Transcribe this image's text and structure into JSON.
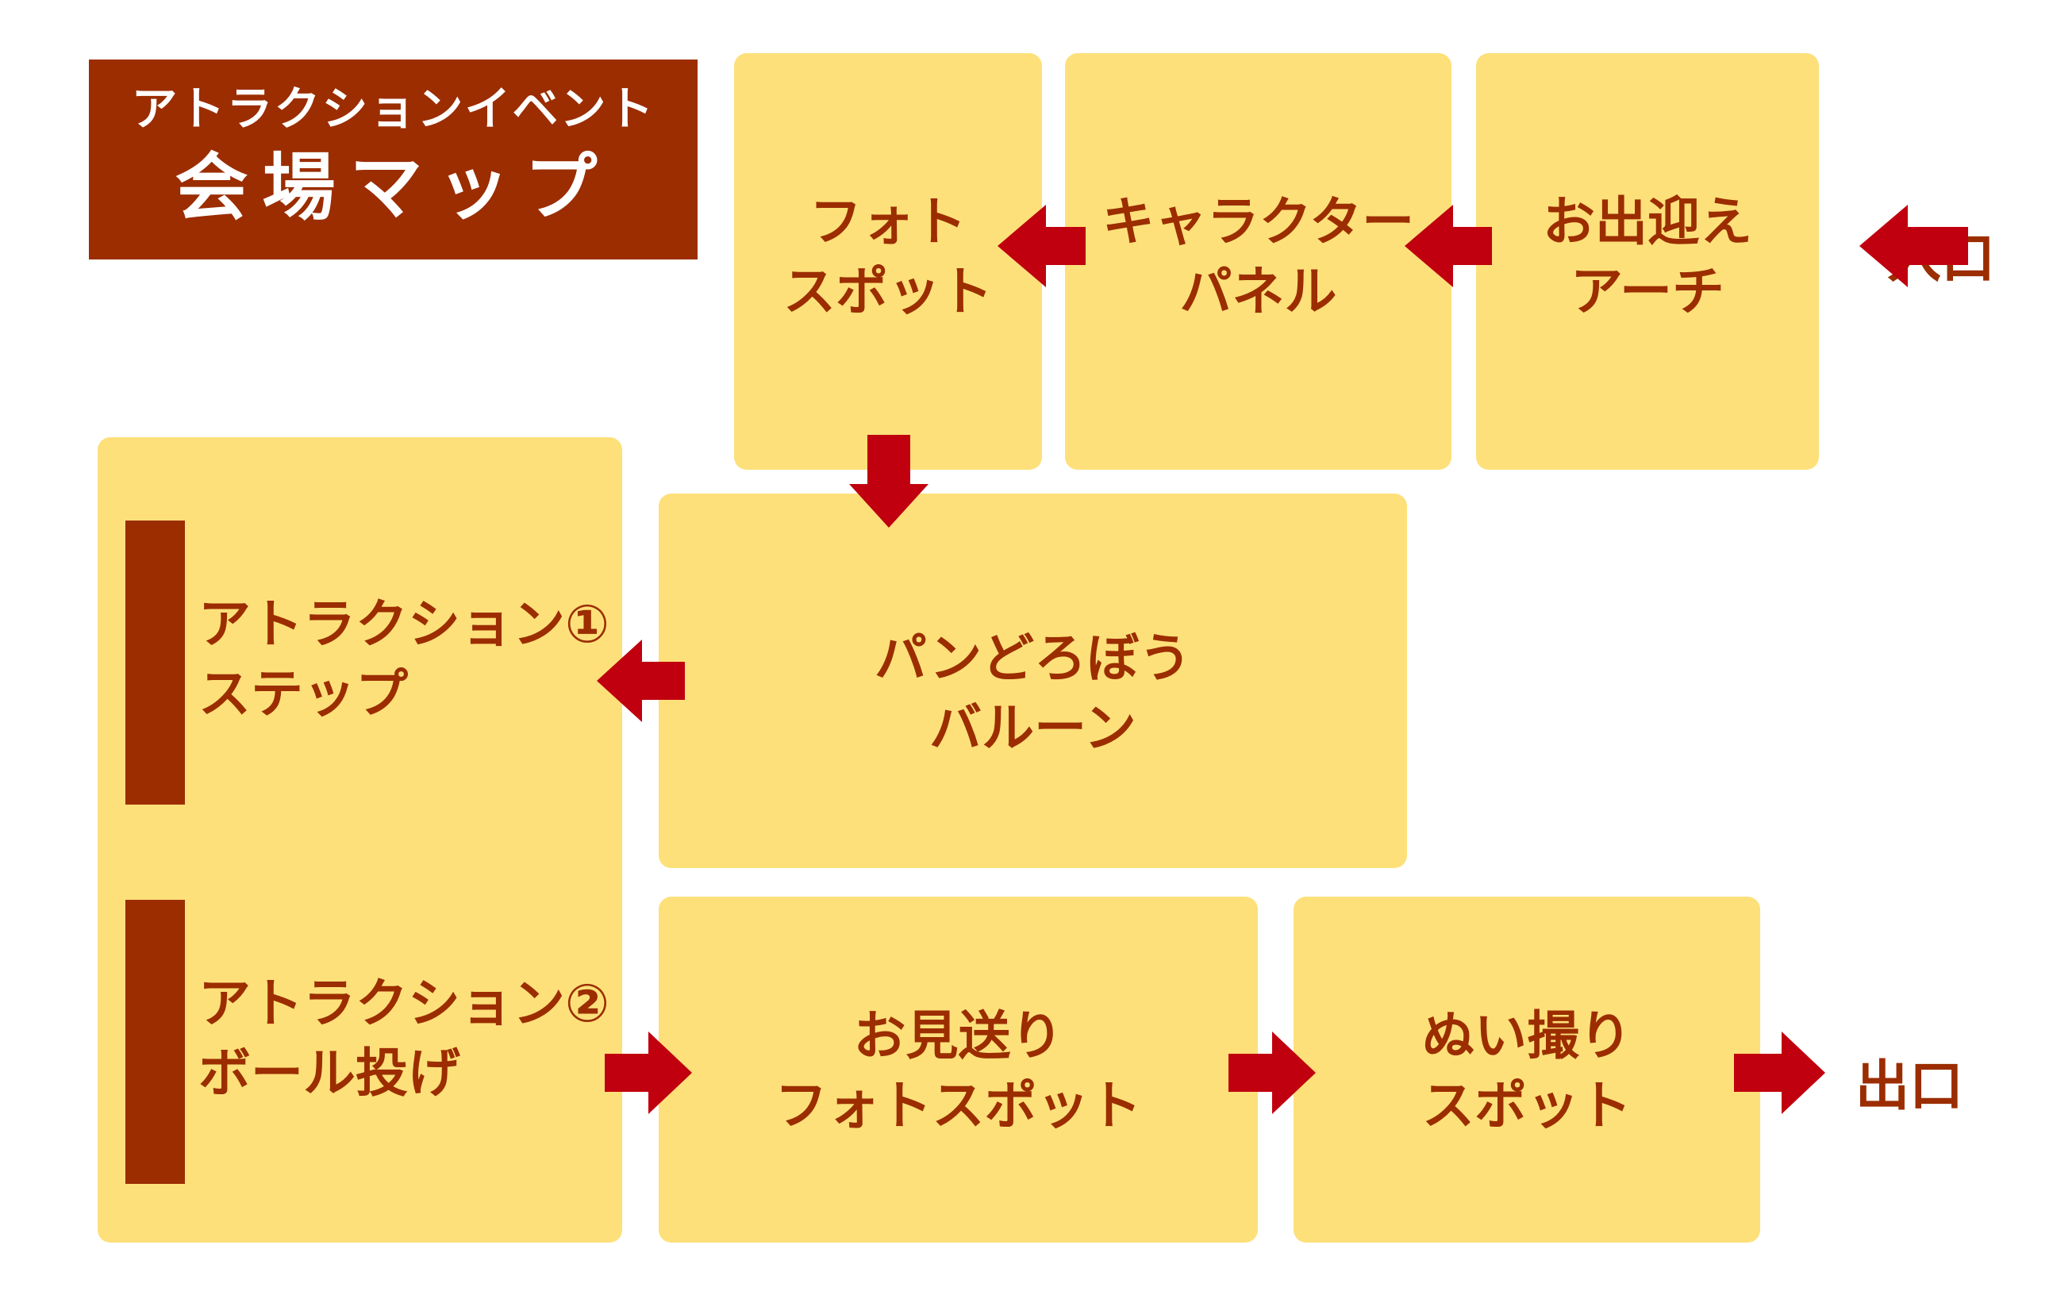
{
  "title": {
    "subtitle": "アトラクションイベント",
    "main": "会場マップ"
  },
  "entrance": "入口",
  "exit": "出口",
  "stations": {
    "welcome_arch": [
      "お出迎え",
      "アーチ"
    ],
    "character_panel": [
      "キャラクター",
      "パネル"
    ],
    "photo_spot": [
      "フォト",
      "スポット"
    ],
    "bread_balloon": [
      "パンどろぼう",
      "バルーン"
    ],
    "attraction1": [
      "アトラクション①",
      "ステップ"
    ],
    "attraction2": [
      "アトラクション②",
      "ボール投げ"
    ],
    "farewell_photo": [
      "お見送り",
      "フォトスポット"
    ],
    "plush_photo": [
      "ぬい撮り",
      "スポット"
    ]
  },
  "colors": {
    "box_fill": "#fde07a",
    "text_dark": "#9b2d00",
    "arrow": "#c0000f"
  }
}
